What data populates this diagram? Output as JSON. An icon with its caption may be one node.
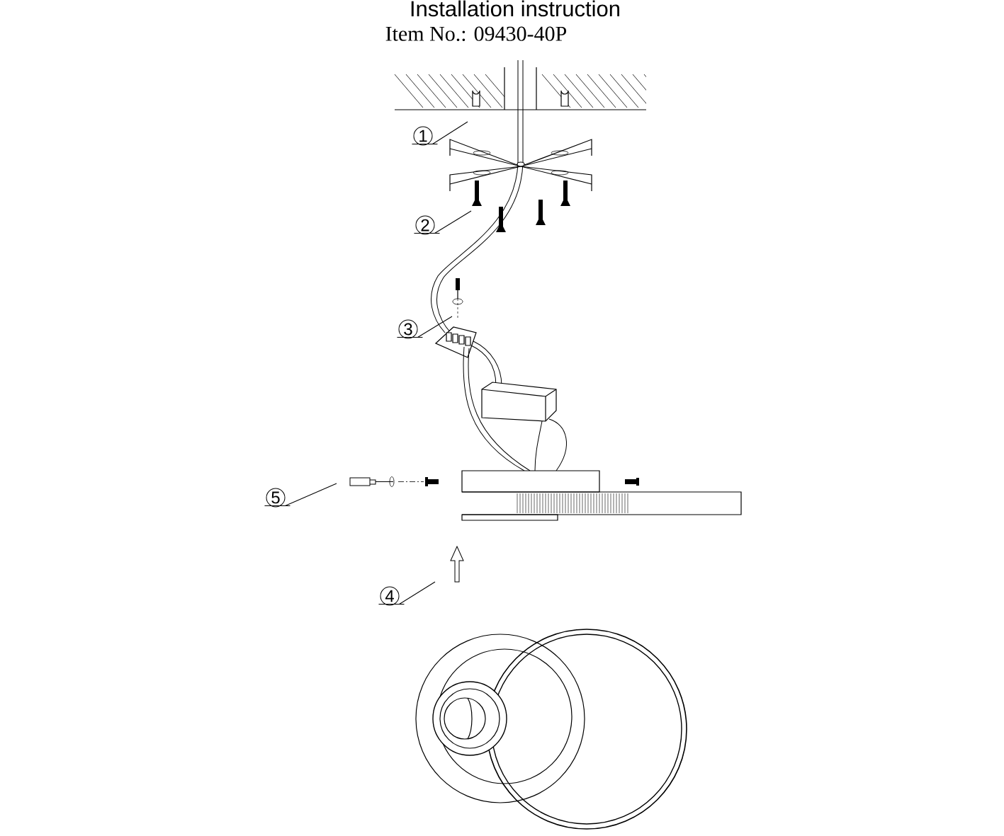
{
  "diagram": {
    "title": "Installation instruction",
    "nodes": [
      {
        "text": [
          "1"
        ]
      },
      {
        "text": [
          "2"
        ]
      },
      {
        "text": [
          "3"
        ]
      },
      {
        "text": [
          "4"
        ]
      },
      {
        "text": [
          "5"
        ]
      }
    ],
    "edges": [
      {
        "from": 0,
        "to": null,
        "arrow": "none"
      },
      {
        "from": 1,
        "to": null,
        "arrow": "none"
      },
      {
        "from": 2,
        "to": null,
        "arrow": "none"
      },
      {
        "from": 3,
        "to": null,
        "arrow": "none"
      },
      {
        "from": 4,
        "to": null,
        "arrow": "none"
      }
    ],
    "labels": [
      "Item No.: 09430-40P"
    ]
  }
}
